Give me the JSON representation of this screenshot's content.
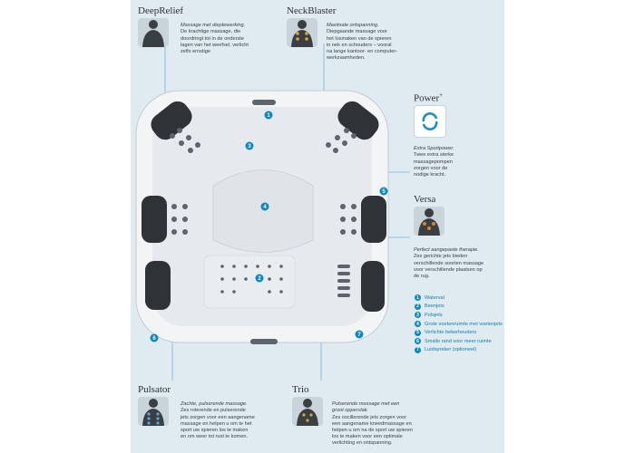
{
  "features": {
    "deeprelief": {
      "title": "DeepRelief",
      "lead": "Massage met dieptewerking.",
      "text": "De krachtige massage, die\ndoordringt tot in de onderste\nlagen van het weefsel, verlicht\nzelfs ernstige"
    },
    "neckblaster": {
      "title": "NeckBlaster",
      "lead": "Maximale ontspanning.",
      "text": "Diepgaande massage voor\nhet losmaken van de spieren\nin nek en schouders – vooral\nna lange kantoor- en computer-\nwerkzaamheden."
    },
    "power": {
      "title": "Power",
      "title_sup": "+",
      "lead": "Extra Sportpower.",
      "text": "Twee extra sterke\nmassagepompen\nzorgen voor de\nnodige kracht."
    },
    "versa": {
      "title": "Versa",
      "lead": "Perfect aangepaste therapie.",
      "text": "Zes gerichte jets bieden\nverschillende soorten massage\nvoor verschillende plaatsen op\nde rug."
    },
    "pulsator": {
      "title": "Pulsator",
      "lead": "Zachte, pulserende massage.",
      "text": "Zes roterende en pulserende\njets zorgen voor een aangename\nmassage en helpen u om te het\nsport uw spieren los te maken\nen om weer tot rust te komen."
    },
    "trio": {
      "title": "Trio",
      "lead": "Pulserende massage met een\ngroot oppervlak.",
      "text": "Zes oscillerende jets zorgen voor\neen aangename kneedmassage en\nhelpen u om na de sport uw spieren\nlos te maken voor een optimale\nverlichting en ontspanning."
    }
  },
  "legend": [
    {
      "num": "1",
      "label": "Waterval"
    },
    {
      "num": "2",
      "label": "Beenjets"
    },
    {
      "num": "3",
      "label": "Polsjets"
    },
    {
      "num": "4",
      "label": "Grote voetenruimte met voetenjets"
    },
    {
      "num": "5",
      "label": "Verlichte bekerhouders"
    },
    {
      "num": "6",
      "label": "Smalle rand voor meer ruimte"
    },
    {
      "num": "7",
      "label": "Luidspreker (optioneel)"
    }
  ],
  "tub_markers": [
    "1",
    "2",
    "3",
    "4",
    "5",
    "6",
    "7"
  ],
  "colors": {
    "panel": "#dfeaf1",
    "accent": "#0f88bb",
    "tub": "#f4f6f8",
    "seat": "#2f3236"
  }
}
